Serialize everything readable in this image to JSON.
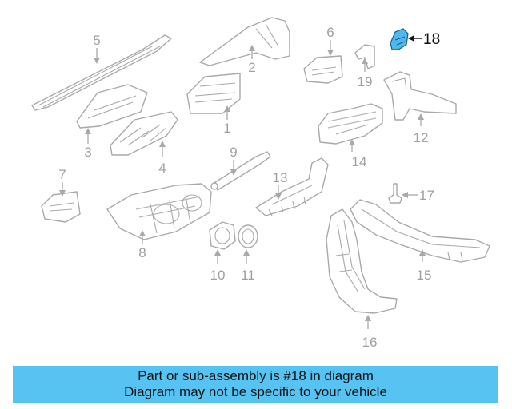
{
  "diagram": {
    "callouts": [
      "1",
      "2",
      "3",
      "4",
      "5",
      "6",
      "7",
      "8",
      "9",
      "10",
      "11",
      "12",
      "13",
      "14",
      "15",
      "16",
      "17",
      "18",
      "19"
    ],
    "highlight_color": "#4db8f0",
    "highlighted_part": "18"
  },
  "banner": {
    "line1": "Part or sub-assembly is #18 in diagram",
    "line2": "Diagram may not be specific to your vehicle",
    "background": "#56c3f3"
  }
}
